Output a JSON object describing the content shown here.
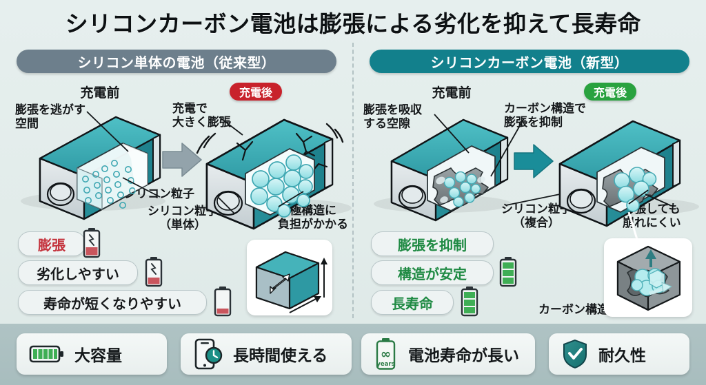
{
  "title": "シリコンカーボン電池は膨張による劣化を抑えて長寿命",
  "colors": {
    "background": "#e3ecea",
    "left_header": "#6d7f8c",
    "right_header": "#12808c",
    "badge_red": "#c8222b",
    "badge_green": "#29a23f",
    "pill_bad_text": "#17191b",
    "pill_bad_red_text": "#c4323c",
    "pill_good_text": "#1f8a43",
    "battery_teal": "#31a5ad",
    "silicon_particle": "#b8ecee",
    "carbon_gray": "#7b8285",
    "footer_bar": "#a8bdbe"
  },
  "panels": {
    "left": {
      "header": "シリコン単体の電池（従来型）",
      "before_label": "充電前",
      "after_badge": "充電後",
      "annotations": {
        "gap": "膨張を逃がす\n空間",
        "expand": "充電で\n大きく膨張",
        "particle": "シリコン粒子",
        "particle_sub_1": "シリコン粒子",
        "particle_sub_2": "（単体）",
        "stress": "電極構造に\n負担がかかる"
      },
      "annotation_lines": {
        "gap_l1": "膨張を逃がす",
        "gap_l2": "空間",
        "expand_l1": "充電で",
        "expand_l2": "大きく膨張",
        "stress_l1": "電極構造に",
        "stress_l2": "負担がかかる"
      },
      "pills": [
        {
          "label": "膨張",
          "style": "red",
          "battery": "cracked-low"
        },
        {
          "label": "劣化しやすい",
          "style": "dark",
          "battery": "cracked-low"
        },
        {
          "label": "寿命が短くなりやすい",
          "style": "dark",
          "battery": "low"
        }
      ]
    },
    "right": {
      "header": "シリコンカーボン電池（新型）",
      "before_label": "充電前",
      "after_badge": "充電後",
      "annotations": {
        "void_l1": "膨張を吸収",
        "void_l2": "する空隙",
        "carbon_l1": "カーボン構造で",
        "carbon_l2": "膨張を抑制",
        "particle_l1": "シリコン粒子",
        "particle_l2": "（複合）",
        "stable_l1": "膨張しても",
        "stable_l2": "崩れにくい",
        "carbon_structure": "カーボン構造"
      },
      "pills": [
        {
          "label": "膨張を抑制",
          "style": "green",
          "battery": "none"
        },
        {
          "label": "構造が安定",
          "style": "green",
          "battery": "full"
        },
        {
          "label": "長寿命",
          "style": "green",
          "battery": "full"
        }
      ]
    }
  },
  "footer": {
    "items": [
      {
        "label": "大容量",
        "icon": "battery-full-horizontal-icon"
      },
      {
        "label": "長時間使える",
        "icon": "phone-clock-icon"
      },
      {
        "label": "電池寿命が長い",
        "icon": "battery-infinity-years-icon"
      },
      {
        "label": "耐久性",
        "icon": "shield-check-icon"
      }
    ],
    "infinity_glyph": "∞",
    "years_text": "years"
  }
}
